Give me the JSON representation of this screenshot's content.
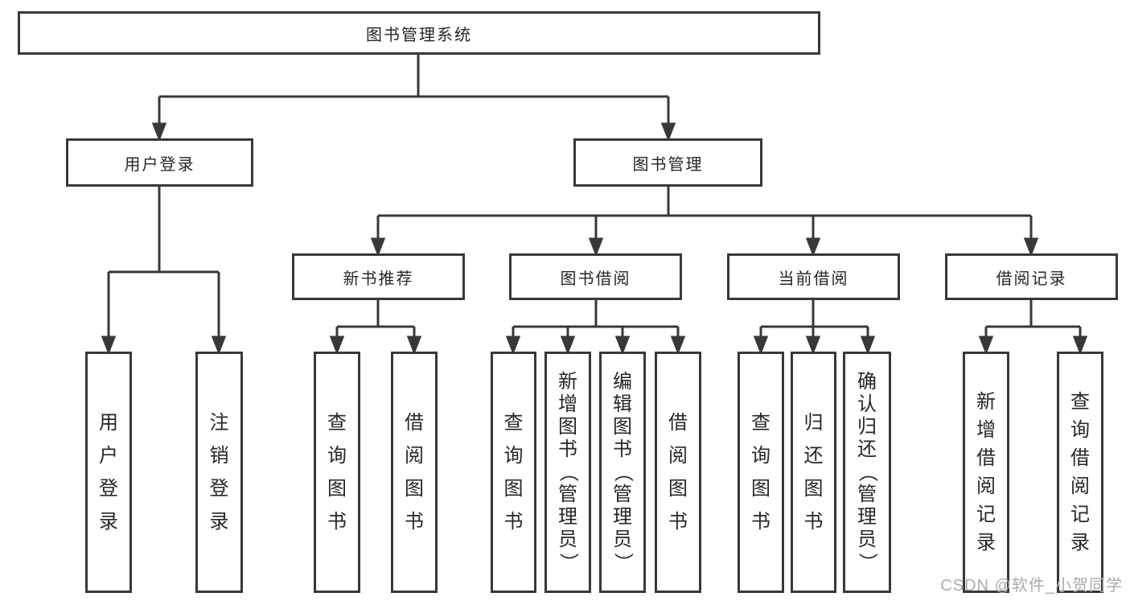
{
  "tree": {
    "root": {
      "label": "图书管理系统"
    },
    "branches": [
      {
        "label": "用户登录",
        "children": [
          {
            "label": "用户登录"
          },
          {
            "label": "注销登录"
          }
        ]
      },
      {
        "label": "图书管理",
        "children": [
          {
            "label": "新书推荐",
            "children": [
              {
                "label": "查询图书"
              },
              {
                "label": "借阅图书"
              }
            ]
          },
          {
            "label": "图书借阅",
            "children": [
              {
                "label": "查询图书"
              },
              {
                "label": "新增图书（管理员）"
              },
              {
                "label": "编辑图书（管理员）"
              },
              {
                "label": "借阅图书"
              }
            ]
          },
          {
            "label": "当前借阅",
            "children": [
              {
                "label": "查询图书"
              },
              {
                "label": "归还图书"
              },
              {
                "label": "确认归还（管理员）"
              }
            ]
          },
          {
            "label": "借阅记录",
            "children": [
              {
                "label": "新增借阅记录"
              },
              {
                "label": "查询借阅记录"
              }
            ]
          }
        ]
      }
    ]
  },
  "colors": {
    "line": "#383838",
    "text": "#262626",
    "watermark": "#ababab"
  },
  "watermark": {
    "text": "CSDN @软件_小贺同学"
  }
}
